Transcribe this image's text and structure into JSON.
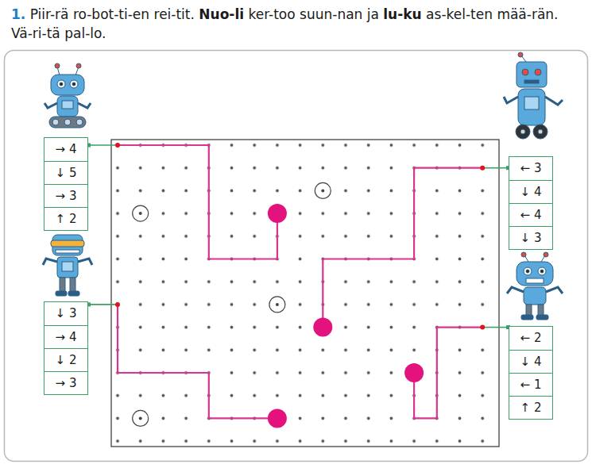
{
  "diagram": {
    "title": "1. Piir-rä ro-bot-ti-en rei-tit. Nuo-li ker-too suun-nan ja lu-ku as-kel-ten mää-rän. Vä-ri-tä pal-lo.",
    "nodes": [
      {
        "text": [
          "→ 4",
          "↓ 5",
          "→ 3",
          "↑ 2"
        ]
      },
      {
        "text": [
          "← 3",
          "↓ 4",
          "← 4",
          "↓ 3"
        ]
      },
      {
        "text": [
          "↓ 3",
          "→ 4",
          "↓ 2",
          "→ 3"
        ]
      },
      {
        "text": [
          "← 2",
          "↓ 4",
          "← 1",
          "↑ 2"
        ]
      }
    ]
  }
}
